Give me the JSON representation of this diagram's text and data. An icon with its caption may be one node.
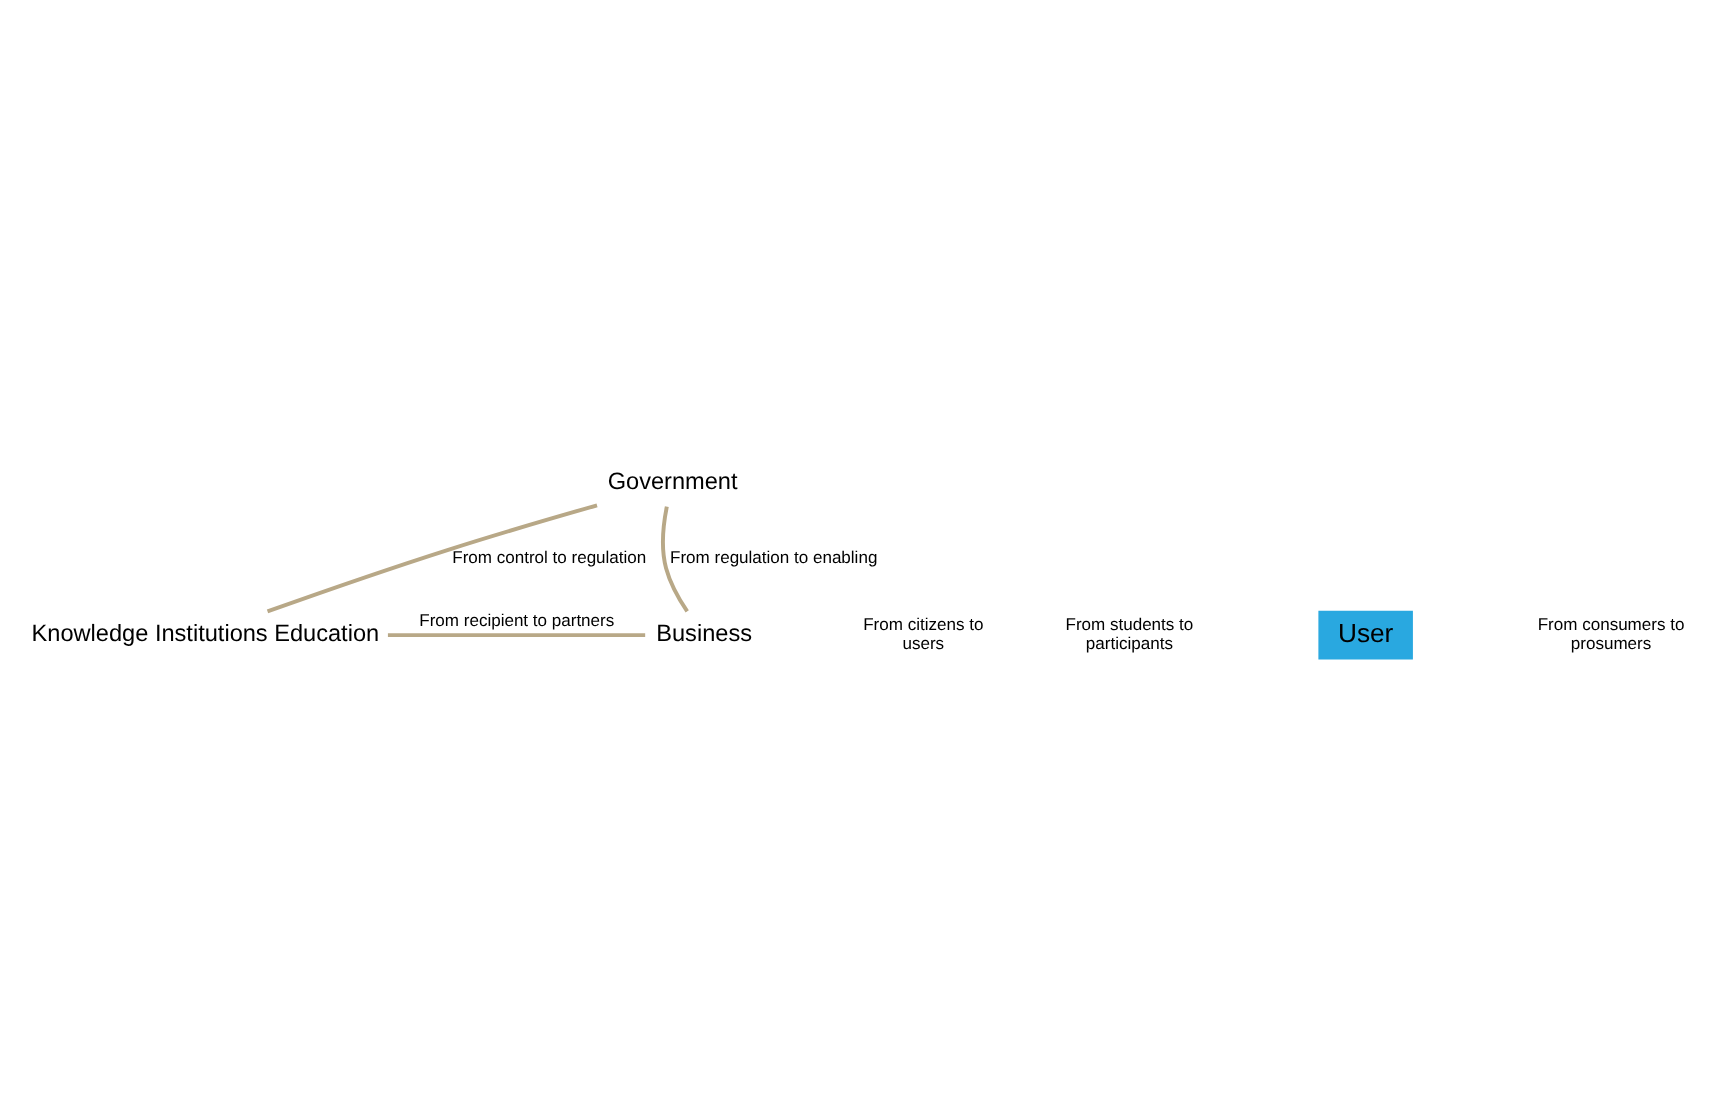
{
  "diagram": {
    "nodes": [
      {
        "text": [
          "Government"
        ]
      },
      {
        "text": [
          "User"
        ]
      },
      {
        "text": [
          "Knowledge Institutions Education"
        ]
      },
      {
        "text": [
          "Business"
        ]
      }
    ],
    "edges": [
      {
        "from": 0,
        "to": 2,
        "arrow": "none",
        "label": "From control to regulation"
      },
      {
        "from": 0,
        "to": 3,
        "arrow": "none",
        "label": "From regulation to enabling"
      },
      {
        "from": 2,
        "to": 3,
        "arrow": "none",
        "label": "From recipient to partners"
      }
    ],
    "labels": [
      "From citizens to users",
      "From students to participants",
      "From consumers to prosumers"
    ]
  }
}
